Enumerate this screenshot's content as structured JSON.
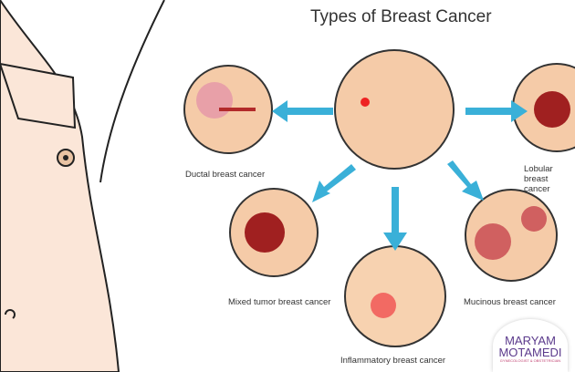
{
  "title": "Types of Breast Cancer",
  "labels": {
    "ductal": "Ductal breast cancer",
    "lobular": "Lobular breast cancer",
    "mixed": "Mixed tumor breast cancer",
    "mucinous": "Mucinous breast cancer",
    "inflammatory": "Inflammatory breast cancer"
  },
  "logo": {
    "line1": "MARYAM",
    "line2": "MOTAMEDI",
    "line3": "GYNECOLOGIST & OBSTETRICIAN"
  },
  "colors": {
    "skin": "#f7d9c0",
    "arrow": "#3ab0d8",
    "tumor": "#b22a2a"
  }
}
